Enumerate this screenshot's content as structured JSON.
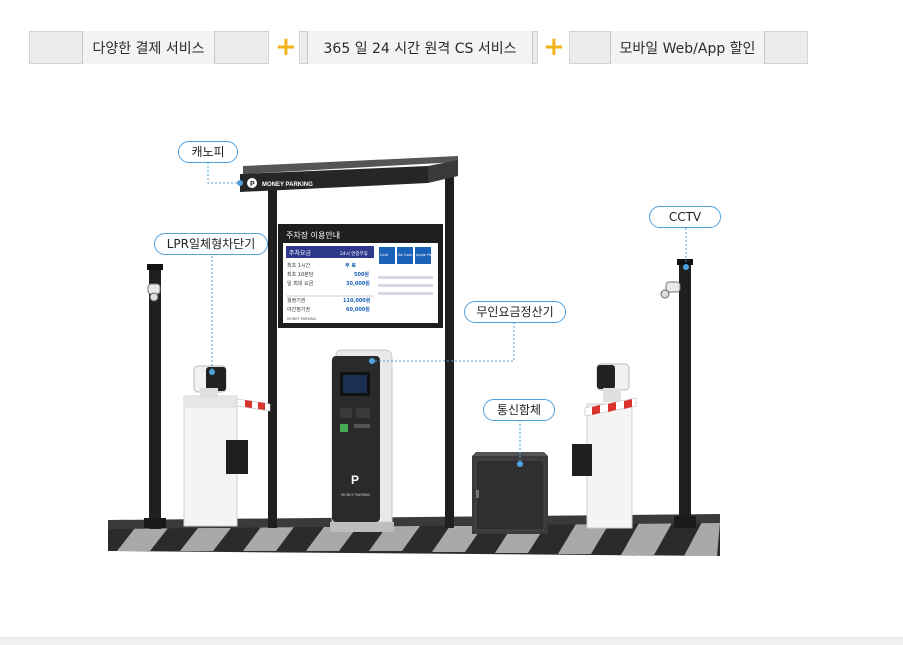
{
  "features": [
    {
      "label": "다양한 결제 서비스"
    },
    {
      "label": "365 일 24 시간 원격 CS 서비스"
    },
    {
      "label": "모바일 Web/App 할인"
    }
  ],
  "plus_symbol": "+",
  "callouts": {
    "canopy": "캐노피",
    "lpr": "LPR일체형차단기",
    "cctv": "CCTV",
    "kiosk": "무인요금정산기",
    "comm_box": "통신함체"
  },
  "canopy_brand": "MONEY PARKING",
  "sign": {
    "title": "주차장 이용안내",
    "fee_header": "주차요금",
    "fee_header_right": "24시 연중무휴",
    "rows": [
      {
        "label": "최초 1시간",
        "value": "무 료"
      },
      {
        "label": "최초 10분당",
        "value": "500원"
      },
      {
        "label": "일 최대 요금",
        "value": "30,000원"
      },
      {
        "label": "월정기권",
        "value": "110,000원"
      },
      {
        "label": "야간정기권",
        "value": "60,000원"
      }
    ],
    "badges": [
      "Card",
      "No Cash",
      "Apple Pay"
    ],
    "brand": "MONEY PARKING"
  },
  "kiosk_brand": "MONEY PARKING",
  "colors": {
    "accent": "#4fa0dc",
    "plus": "#f2b21b",
    "barrier_red": "#d9342b"
  }
}
